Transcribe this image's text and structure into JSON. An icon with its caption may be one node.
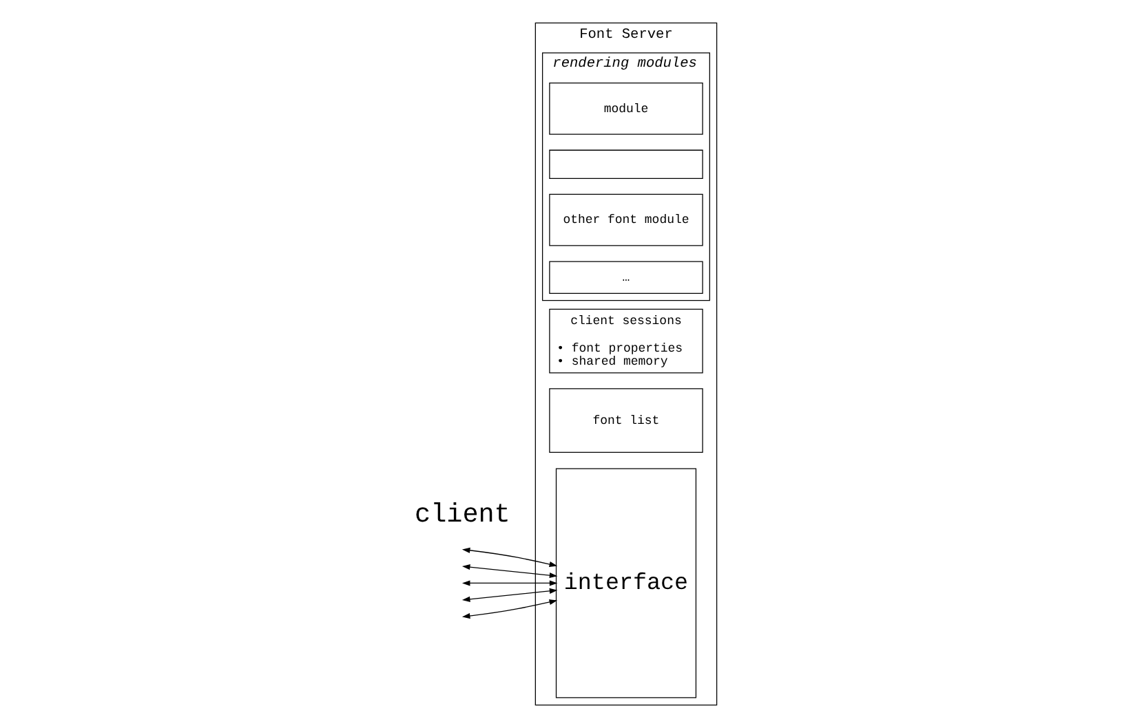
{
  "diagram": {
    "nodes": [
      {
        "text": [
          "Font Server"
        ]
      },
      {
        "text": [
          "interface"
        ],
        "in": 0
      },
      {
        "text": [
          "client sessions",
          "• font properties",
          "• shared memory"
        ],
        "in": 0
      },
      {
        "text": [
          "font list"
        ],
        "in": 0
      },
      {
        "text": [
          "rendering modules"
        ],
        "in": 0
      },
      {
        "text": [
          "module"
        ],
        "in": 4
      },
      {
        "text": [],
        "shape": "box",
        "in": 4
      },
      {
        "text": [
          "other font module"
        ],
        "in": 4
      },
      {
        "text": [
          "…"
        ],
        "in": 4
      }
    ],
    "edges": [
      {
        "from": null,
        "to": 1,
        "arrow": "both"
      },
      {
        "from": null,
        "to": 1,
        "arrow": "both"
      },
      {
        "from": null,
        "to": 1,
        "arrow": "both"
      },
      {
        "from": null,
        "to": 1,
        "arrow": "both"
      },
      {
        "from": null,
        "to": 1,
        "arrow": "both"
      }
    ],
    "labels": [
      "client"
    ]
  }
}
